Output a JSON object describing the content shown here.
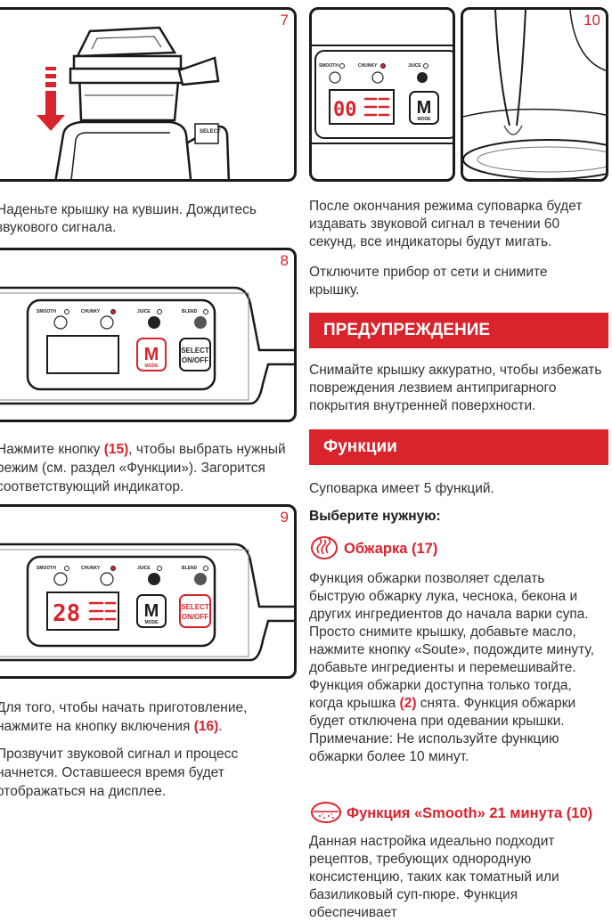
{
  "steps": {
    "s7": {
      "number": "7",
      "text": "Наденьте крышку на кувшин. Дождитесь звукового сигнала."
    },
    "s8": {
      "number": "8",
      "text_before": "Нажмите кнопку ",
      "ref": "(15)",
      "text_after": ", чтобы выбрать нужный режим (см. раздел «Функции»). Загорится соответствующий индикатор."
    },
    "s9": {
      "number": "9",
      "p1_before": "Для того, чтобы начать приготовление, нажмите на кнопку включения ",
      "p1_ref": "(16)",
      "p1_after": ".",
      "p2": "Прозвучит звуковой сигнал и процесс начнется. Оставшееся время будет отображаться на дисплее."
    },
    "s10": {
      "number": "10",
      "p1": "После окончания режима суповарка будет издавать звуковой сигнал в течении 60 секунд, все индикаторы будут мигать.",
      "p2": "Отключите прибор от сети и снимите крышку."
    }
  },
  "control_panel": {
    "smooth": "SMOOTH",
    "chunky": "CHUNKY",
    "juice": "JUICE",
    "blend": "BLEND",
    "mode_letter": "M",
    "mode_label": "MODE",
    "select_line1": "SELECT",
    "select_line2": "ON/OFF",
    "display_step9": "28",
    "display_step10": "00"
  },
  "warning": {
    "title": "ПРЕДУПРЕЖДЕНИЕ",
    "text": "Снимайте крышку аккуратно, чтобы избежать повреждения лезвием антипригарного покрытия внутренней поверхности."
  },
  "functions": {
    "title": "Функции",
    "intro": "Суповарка имеет 5 функций.",
    "choose": "Выберите нужную:",
    "saute": {
      "title": "Обжарка (17)",
      "text_before": "Функция обжарки позволяет сделать быструю обжарку лука, чеснока, бекона и других ингредиентов до начала варки супа. Просто снимите крышку, добавьте масло, нажмите кнопку «Soute», подождите минуту, добавьте ингредиенты и перемешивайте. Функция обжарки доступна только тогда, когда крышка ",
      "ref": "(2)",
      "text_after": " снята. Функция обжарки будет отключена при одевании крышки. Примечание: Не используйте функцию обжарки более 10 минут."
    },
    "smooth": {
      "title": "Функция «Smooth» 21 минута (10)",
      "text": "Данная настройка идеально подходит рецептов, требующих однородную консистенцию, таких как томатный или базиликовый суп-пюре. Функция обеспечивает"
    }
  },
  "icons": {
    "arrow": "down-arrow-icon",
    "saute": "saute-icon",
    "smooth": "smooth-icon",
    "mode": "mode-button-icon"
  },
  "colors": {
    "accent": "#d9232d",
    "text": "#333333",
    "outline": "#1a1a1a"
  }
}
